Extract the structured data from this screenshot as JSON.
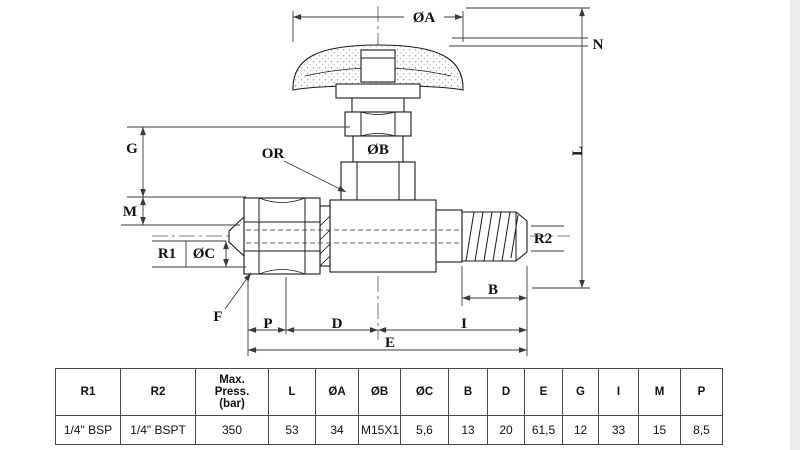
{
  "colors": {
    "line": "#1a1a1a",
    "background": "#ffffff"
  },
  "drawing": {
    "description": "needle-valve-technical-drawing",
    "labels": {
      "oa": "ØA",
      "n": "N",
      "l": "L",
      "g": "G",
      "or": "OR",
      "ob": "ØB",
      "m": "M",
      "r1": "R1",
      "oc": "ØC",
      "r2": "R2",
      "b": "B",
      "f": "F",
      "p": "P",
      "d": "D",
      "i": "I",
      "e": "E"
    }
  },
  "table": {
    "headers": [
      "R1",
      "R2",
      "Max.\nPress.\n(bar)",
      "L",
      "ØA",
      "ØB",
      "ØC",
      "B",
      "D",
      "E",
      "G",
      "I",
      "M",
      "P"
    ],
    "row": [
      "1/4\" BSP",
      "1/4\" BSPT",
      "350",
      "53",
      "34",
      "M15X1",
      "5,6",
      "13",
      "20",
      "61,5",
      "12",
      "33",
      "15",
      "8,5"
    ]
  }
}
